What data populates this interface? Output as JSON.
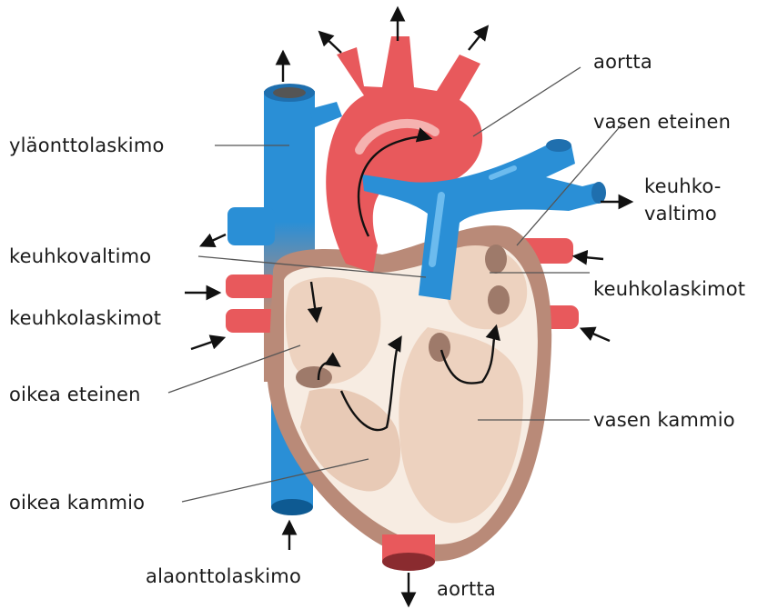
{
  "labels": {
    "aortta_top": "aortta",
    "ylaonttolaskimo": "yläonttolaskimo",
    "vasen_eteinen": "vasen eteinen",
    "keuhkovaltimo_right_line1": "keuhko-",
    "keuhkovaltimo_right_line2": "valtimo",
    "keuhkovaltimo_left": "keuhkovaltimo",
    "keuhkolaskimot_right": "keuhkolaskimot",
    "keuhkolaskimot_left": "keuhkolaskimot",
    "oikea_eteinen": "oikea eteinen",
    "vasen_kammio": "vasen kammio",
    "oikea_kammio": "oikea kammio",
    "alaonttolaskimo": "alaonttolaskimo",
    "aortta_bottom": "aortta"
  },
  "colors": {
    "oxygenated": "#e8595c",
    "deoxygenated": "#2a8fd6",
    "muscle": "#b98a78",
    "chamber": "#f0d8c8",
    "line": "#555555"
  }
}
